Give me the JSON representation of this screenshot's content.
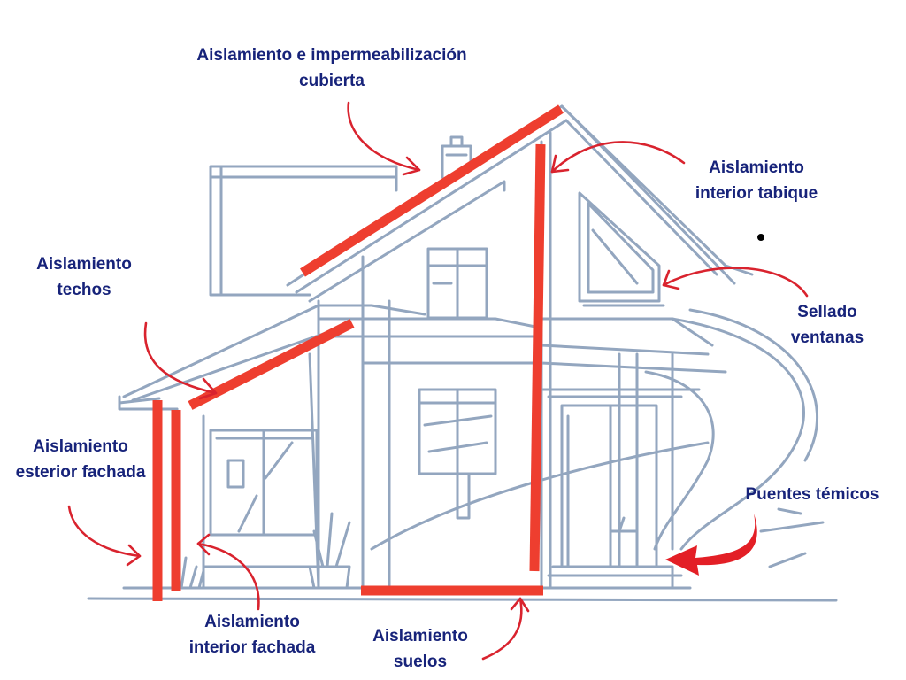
{
  "labels": {
    "roof": {
      "line1": "Aislamiento e impermeabilización",
      "line2": "cubierta"
    },
    "partition": {
      "line1": "Aislamiento",
      "line2": "interior tabique"
    },
    "ceilings": {
      "line1": "Aislamiento",
      "line2": "techos"
    },
    "windows": {
      "line1": "Sellado",
      "line2": "ventanas"
    },
    "exterior_facade": {
      "line1": "Aislamiento",
      "line2": "esterior fachada"
    },
    "thermal_bridges": {
      "line1": "Puentes témicos"
    },
    "interior_facade": {
      "line1": "Aislamiento",
      "line2": "interior fachada"
    },
    "floors": {
      "line1": "Aislamiento",
      "line2": "suelos"
    }
  },
  "colors": {
    "label_text": "#17237a",
    "insulation": "#ee3e2f",
    "arrow": "#d9232e",
    "sketch": "#93a6bf"
  }
}
